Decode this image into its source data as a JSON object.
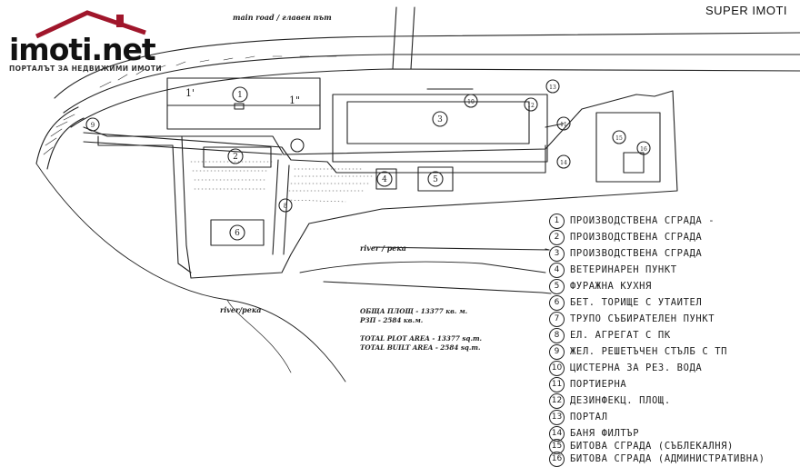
{
  "logo": {
    "name": "imoti",
    "tld": ".net",
    "tagline": "ПОРТАЛЪТ ЗА НЕДВИЖИМИ ИМОТИ",
    "accent_color": "#a0162b"
  },
  "brand_right": "SUPER IMOTI",
  "plan": {
    "road_label": "main road / главен път",
    "river_label_1": "river / река",
    "river_label_2": "river/река",
    "building_1_label": "1",
    "building_1a_label": "1'",
    "building_1b_label": "1\"",
    "building_2_label": "2",
    "building_3_label": "3",
    "building_4_label": "4",
    "building_5_label": "5",
    "building_6_label": "6",
    "marker_8_label": "8",
    "marker_9_label": "9",
    "marker_10_label": "10",
    "marker_11_label": "11",
    "marker_12_label": "12",
    "marker_13_label": "13",
    "marker_14_label": "14",
    "marker_15_label": "15",
    "marker_16_label": "16"
  },
  "areas": {
    "plot_bg": "ОБЩА ПЛОЩ - 13377 кв. м.",
    "built_bg": "РЗП - 2584 кв.м.",
    "plot_en": "TOTAL PLOT AREA - 13377 sq.m.",
    "built_en": "TOTAL BUILT AREA - 2584 sq.m."
  },
  "legend": [
    {
      "num": "1",
      "label": "ПРОИЗВОДСТВЕНА СГРАДА -"
    },
    {
      "num": "2",
      "label": "ПРОИЗВОДСТВЕНА СГРАДА"
    },
    {
      "num": "3",
      "label": "ПРОИЗВОДСТВЕНА СГРАДА"
    },
    {
      "num": "4",
      "label": "ВЕТЕРИНАРЕН ПУНКТ"
    },
    {
      "num": "5",
      "label": "ФУРАЖНА КУХНЯ"
    },
    {
      "num": "6",
      "label": "БЕТ. ТОРИЩЕ С УТАИТЕЛ"
    },
    {
      "num": "7",
      "label": "ТРУПО СЪБИРАТЕЛЕН ПУНКТ"
    },
    {
      "num": "8",
      "label": "ЕЛ. АГРЕГАТ С ПК"
    },
    {
      "num": "9",
      "label": "ЖЕЛ. РЕШЕТЪЧЕН СТЪЛБ С ТП"
    },
    {
      "num": "10",
      "label": "ЦИСТЕРНА ЗА РЕЗ. ВОДА"
    },
    {
      "num": "11",
      "label": "ПОРТИЕРНА"
    },
    {
      "num": "12",
      "label": "ДЕЗИНФЕКЦ. ПЛОЩ."
    },
    {
      "num": "13",
      "label": "ПОРТАЛ"
    },
    {
      "num": "14",
      "label": "БАНЯ ФИЛТЪР"
    },
    {
      "num": "15",
      "label": "БИТОВА СГРАДА (СЪБЛЕКАЛНЯ)"
    },
    {
      "num": "16",
      "label": "БИТОВА СГРАДА (АДМИНИСТРАТИВНА)"
    }
  ]
}
